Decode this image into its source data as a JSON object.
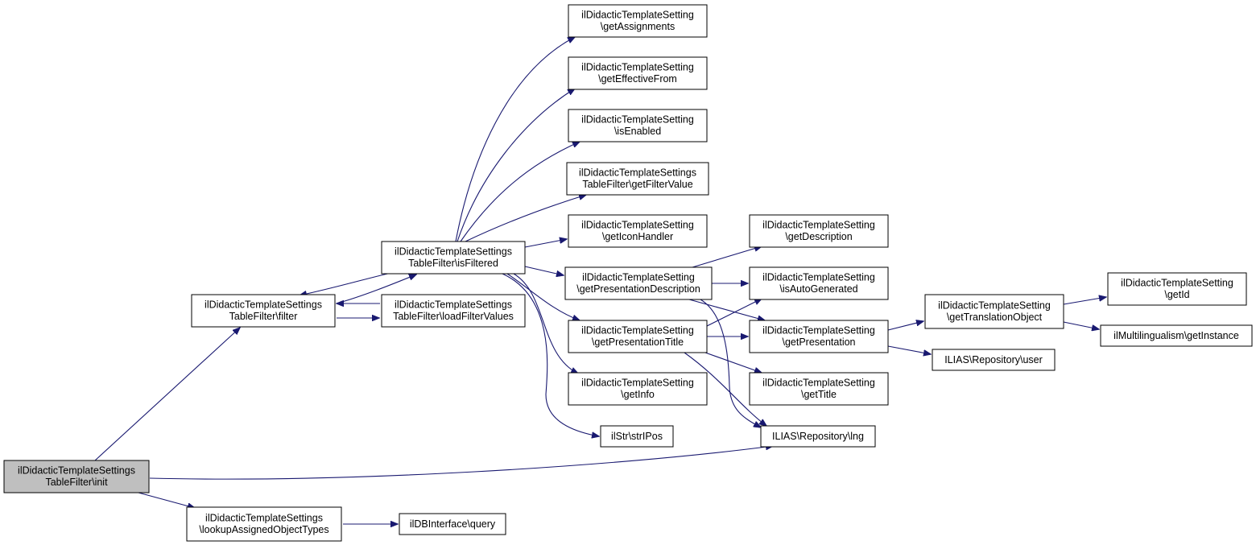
{
  "colors": {
    "edge": "#191970",
    "node_fill": "#ffffff",
    "focus_fill": "#bfbfbf",
    "node_border": "#000000"
  },
  "nodes": [
    {
      "id": "init",
      "lines": [
        "ilDidacticTemplateSettings",
        "TableFilter\\init"
      ],
      "focus": true
    },
    {
      "id": "filter",
      "lines": [
        "ilDidacticTemplateSettings",
        "TableFilter\\filter"
      ]
    },
    {
      "id": "lookup",
      "lines": [
        "ilDidacticTemplateSettings",
        "\\lookupAssignedObjectTypes"
      ]
    },
    {
      "id": "isFiltered",
      "lines": [
        "ilDidacticTemplateSettings",
        "TableFilter\\isFiltered"
      ]
    },
    {
      "id": "loadFilter",
      "lines": [
        "ilDidacticTemplateSettings",
        "TableFilter\\loadFilterValues"
      ]
    },
    {
      "id": "dbquery",
      "lines": [
        "ilDBInterface\\query"
      ]
    },
    {
      "id": "getAssignments",
      "lines": [
        "ilDidacticTemplateSetting",
        "\\getAssignments"
      ]
    },
    {
      "id": "getEffectiveFrom",
      "lines": [
        "ilDidacticTemplateSetting",
        "\\getEffectiveFrom"
      ]
    },
    {
      "id": "isEnabled",
      "lines": [
        "ilDidacticTemplateSetting",
        "\\isEnabled"
      ]
    },
    {
      "id": "getFilterValue",
      "lines": [
        "ilDidacticTemplateSettings",
        "TableFilter\\getFilterValue"
      ]
    },
    {
      "id": "getIconHandler",
      "lines": [
        "ilDidacticTemplateSetting",
        "\\getIconHandler"
      ]
    },
    {
      "id": "getPresDesc",
      "lines": [
        "ilDidacticTemplateSetting",
        "\\getPresentationDescription"
      ]
    },
    {
      "id": "getPresTitle",
      "lines": [
        "ilDidacticTemplateSetting",
        "\\getPresentationTitle"
      ]
    },
    {
      "id": "getInfo",
      "lines": [
        "ilDidacticTemplateSetting",
        "\\getInfo"
      ]
    },
    {
      "id": "strIPos",
      "lines": [
        "ilStr\\strIPos"
      ]
    },
    {
      "id": "getDescription",
      "lines": [
        "ilDidacticTemplateSetting",
        "\\getDescription"
      ]
    },
    {
      "id": "isAutoGenerated",
      "lines": [
        "ilDidacticTemplateSetting",
        "\\isAutoGenerated"
      ]
    },
    {
      "id": "getPresentation",
      "lines": [
        "ilDidacticTemplateSetting",
        "\\getPresentation"
      ]
    },
    {
      "id": "getTitle",
      "lines": [
        "ilDidacticTemplateSetting",
        "\\getTitle"
      ]
    },
    {
      "id": "lng",
      "lines": [
        "ILIAS\\Repository\\lng"
      ]
    },
    {
      "id": "getTranslationObject",
      "lines": [
        "ilDidacticTemplateSetting",
        "\\getTranslationObject"
      ]
    },
    {
      "id": "user",
      "lines": [
        "ILIAS\\Repository\\user"
      ]
    },
    {
      "id": "getId",
      "lines": [
        "ilDidacticTemplateSetting",
        "\\getId"
      ]
    },
    {
      "id": "getInstance",
      "lines": [
        "ilMultilingualism\\getInstance"
      ]
    }
  ],
  "edges": [
    {
      "from": "init",
      "to": "filter"
    },
    {
      "from": "init",
      "to": "lng"
    },
    {
      "from": "init",
      "to": "lookup"
    },
    {
      "from": "filter",
      "to": "isFiltered"
    },
    {
      "from": "filter",
      "to": "loadFilter"
    },
    {
      "from": "isFiltered",
      "to": "filter"
    },
    {
      "from": "loadFilter",
      "to": "filter"
    },
    {
      "from": "lookup",
      "to": "dbquery"
    },
    {
      "from": "isFiltered",
      "to": "getAssignments"
    },
    {
      "from": "isFiltered",
      "to": "getEffectiveFrom"
    },
    {
      "from": "isFiltered",
      "to": "isEnabled"
    },
    {
      "from": "isFiltered",
      "to": "getFilterValue"
    },
    {
      "from": "isFiltered",
      "to": "getIconHandler"
    },
    {
      "from": "isFiltered",
      "to": "getPresDesc"
    },
    {
      "from": "isFiltered",
      "to": "getPresTitle"
    },
    {
      "from": "isFiltered",
      "to": "getInfo"
    },
    {
      "from": "isFiltered",
      "to": "strIPos"
    },
    {
      "from": "getPresDesc",
      "to": "getDescription"
    },
    {
      "from": "getPresDesc",
      "to": "isAutoGenerated"
    },
    {
      "from": "getPresDesc",
      "to": "getPresentation"
    },
    {
      "from": "getPresDesc",
      "to": "lng"
    },
    {
      "from": "getPresTitle",
      "to": "isAutoGenerated"
    },
    {
      "from": "getPresTitle",
      "to": "getPresentation"
    },
    {
      "from": "getPresTitle",
      "to": "getTitle"
    },
    {
      "from": "getPresTitle",
      "to": "lng"
    },
    {
      "from": "getPresentation",
      "to": "getTranslationObject"
    },
    {
      "from": "getPresentation",
      "to": "user"
    },
    {
      "from": "getTranslationObject",
      "to": "getId"
    },
    {
      "from": "getTranslationObject",
      "to": "getInstance"
    }
  ]
}
